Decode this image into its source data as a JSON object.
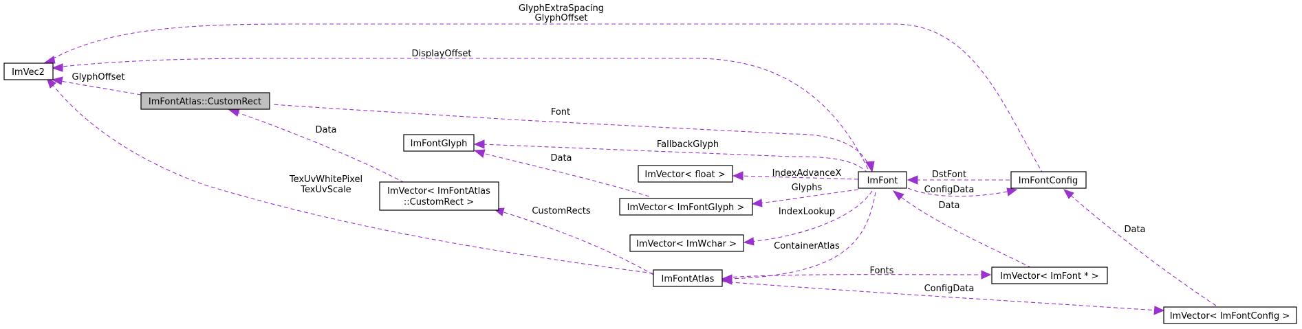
{
  "nodes": {
    "imvec2": "ImVec2",
    "customrect": "ImFontAtlas::CustomRect",
    "imfontglyph": "ImFontGlyph",
    "vec_float": "ImVector< float >",
    "vec_customrect_1": "ImVector< ImFontAtlas",
    "vec_customrect_2": "::CustomRect >",
    "vec_glyph": "ImVector< ImFontGlyph >",
    "vec_wchar": "ImVector< ImWchar >",
    "imfontatlas": "ImFontAtlas",
    "imfont": "ImFont",
    "imfontconfig": "ImFontConfig",
    "vec_font": "ImVector< ImFont * >",
    "vec_fontconfig": "ImVector< ImFontConfig >"
  },
  "edges": {
    "glyph_extra_1": "GlyphExtraSpacing",
    "glyph_extra_2": "GlyphOffset",
    "display_offset": "DisplayOffset",
    "glyph_offset": "GlyphOffset",
    "font": "Font",
    "data_customrect": "Data",
    "fallback_glyph": "FallbackGlyph",
    "data_glyph": "Data",
    "texuv_1": "TexUvWhitePixel",
    "texuv_2": "TexUvScale",
    "index_advance": "IndexAdvanceX",
    "glyphs": "Glyphs",
    "dst_font": "DstFont",
    "config_data_font": "ConfigData",
    "data_font": "Data",
    "custom_rects": "CustomRects",
    "index_lookup": "IndexLookup",
    "data_config": "Data",
    "container_atlas": "ContainerAtlas",
    "fonts": "Fonts",
    "config_data_atlas": "ConfigData"
  },
  "colors": {
    "edge": "#9a32cd",
    "highlight_fill": "#bfbfbf"
  }
}
